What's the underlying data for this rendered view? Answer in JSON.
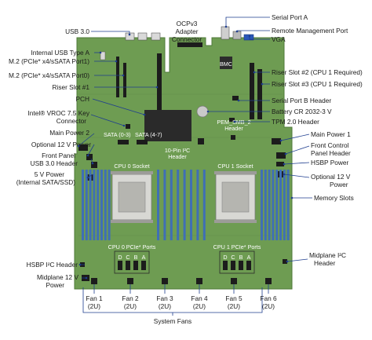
{
  "labels": {
    "usb30": "USB 3.0",
    "usb_type_a": "Internal USB Type A",
    "m2_port1": "M.2 (PCIe* x4/sSATA Port1)",
    "m2_port0": "M.2 (PCIe* x4/sSATA Port0)",
    "riser1": "Riser Slot #1",
    "pch": "PCH",
    "vroc_1": "Intel® VROC 7.5 Key",
    "vroc_2": "Connector",
    "main_power2": "Main Power 2",
    "opt12v_left": "Optional 12 V Power",
    "fp_usb_1": "Front Panel",
    "fp_usb_2": "USB 3.0 Header",
    "fivev_1": "5 V Power",
    "fivev_2": "(Internal SATA/SSD)",
    "hsbp_i2c": "HSBP I²C Header",
    "midplane12_1": "Midplane 12 V",
    "midplane12_2": "Power",
    "serial_a": "Serial Port A",
    "rmp": "Remote Management Port",
    "vga": "VGA",
    "riser2": "Riser Slot #2 (CPU 1 Required)",
    "riser3": "Riser Slot #3 (CPU 1 Required)",
    "serial_b": "Serial Port B Header",
    "battery": "Battery CR 2032-3 V",
    "tpm": "TPM 2.0 Header",
    "main_power1": "Main Power 1",
    "fcp_1": "Front Control",
    "fcp_2": "Panel Header",
    "hsbp_power": "HSBP Power",
    "opt12v_right_1": "Optional 12 V",
    "opt12v_right_2": "Power",
    "memory_slots": "Memory Slots",
    "midplane_i2c_1": "Midplane I²C",
    "midplane_i2c_2": "Header",
    "ocp_1": "OCPv3",
    "ocp_2": "Adapter",
    "ocp_3": "Connector",
    "bmc": "BMC",
    "pem_1": "PEM_SMB_2",
    "pem_2": "Header",
    "sata_03": "SATA (0-3)",
    "sata_47": "SATA (4-7)",
    "i2c_10pin_1": "10-Pin I²C",
    "i2c_10pin_2": "Header",
    "cpu0_socket": "CPU 0 Socket",
    "cpu1_socket": "CPU 1 Socket",
    "cpu0_pcie": "CPU 0 PCIe* Ports",
    "cpu1_pcie": "CPU 1 PCIe* Ports",
    "port_letters": [
      "D",
      "C",
      "B",
      "A"
    ],
    "fans": [
      {
        "name": "Fan 1",
        "size": "(2U)"
      },
      {
        "name": "Fan 2",
        "size": "(2U)"
      },
      {
        "name": "Fan 3",
        "size": "(2U)"
      },
      {
        "name": "Fan 4",
        "size": "(2U)"
      },
      {
        "name": "Fan 5",
        "size": "(2U)"
      },
      {
        "name": "Fan 6",
        "size": "(2U)"
      }
    ],
    "system_fans": "System Fans"
  },
  "colors": {
    "board": "#6e9c52",
    "board_dark": "#4f7a3a",
    "leader": "#1f3e8f",
    "dimm": "#3f6fb5",
    "heatsink": "#2a2a2a",
    "socket": "#d8d8d4",
    "connector": "#1c1c1c"
  }
}
